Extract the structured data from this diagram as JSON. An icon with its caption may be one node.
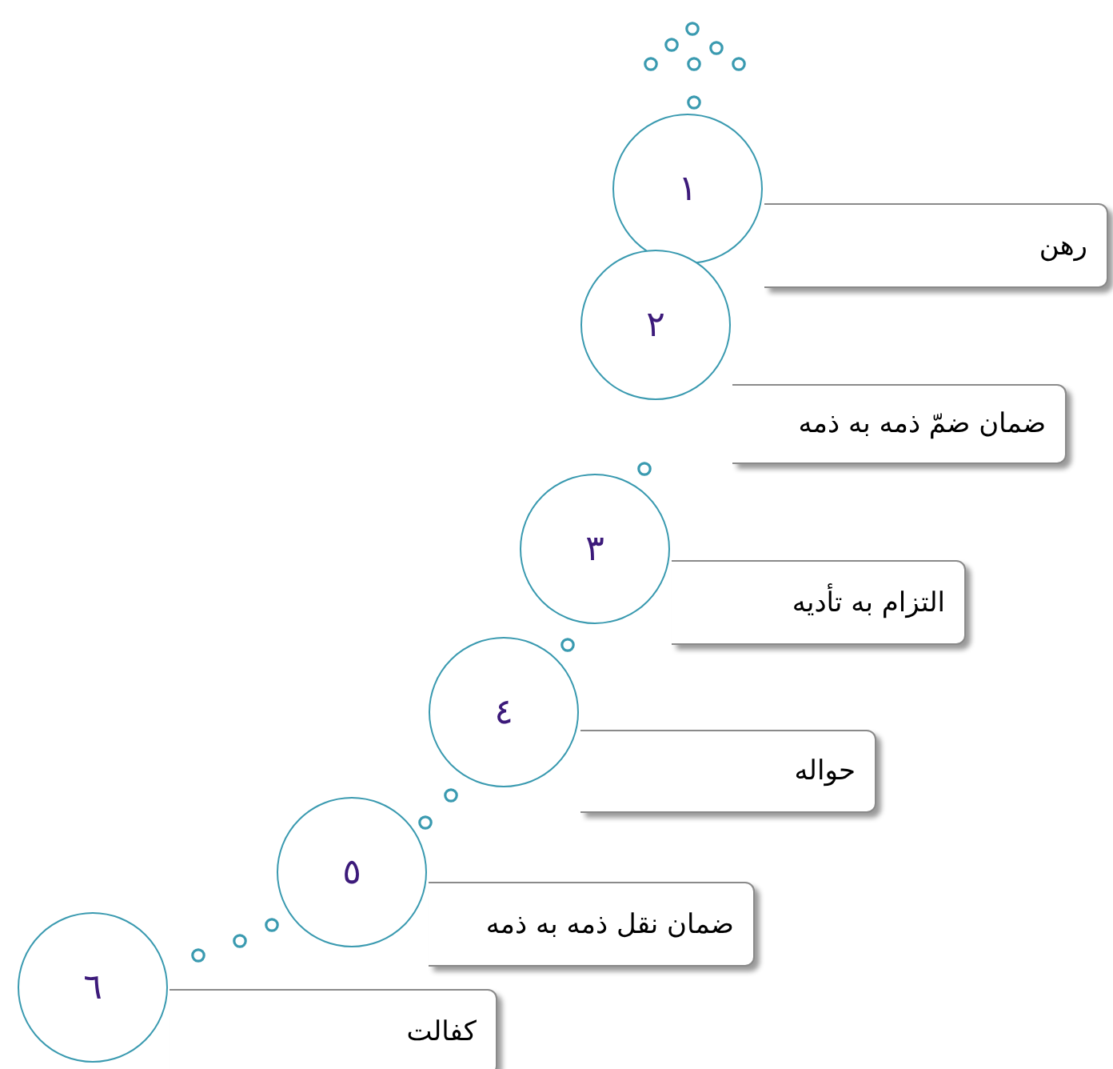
{
  "diagram": {
    "nodes": [
      {
        "text": [
          "١"
        ]
      },
      {
        "text": [
          "رهن"
        ]
      },
      {
        "text": [
          "٢"
        ]
      },
      {
        "text": [
          "ضمان ضمّ ذمه به ذمه"
        ]
      },
      {
        "text": [
          "٣"
        ]
      },
      {
        "text": [
          "التزام به تأدیه"
        ]
      },
      {
        "text": [
          "٤"
        ]
      },
      {
        "text": [
          "حواله"
        ]
      },
      {
        "text": [
          "٥"
        ]
      },
      {
        "text": [
          "ضمان نقل ذمه به ذمه"
        ]
      },
      {
        "text": [
          "٦"
        ]
      },
      {
        "text": [
          "کفالت"
        ]
      }
    ]
  }
}
